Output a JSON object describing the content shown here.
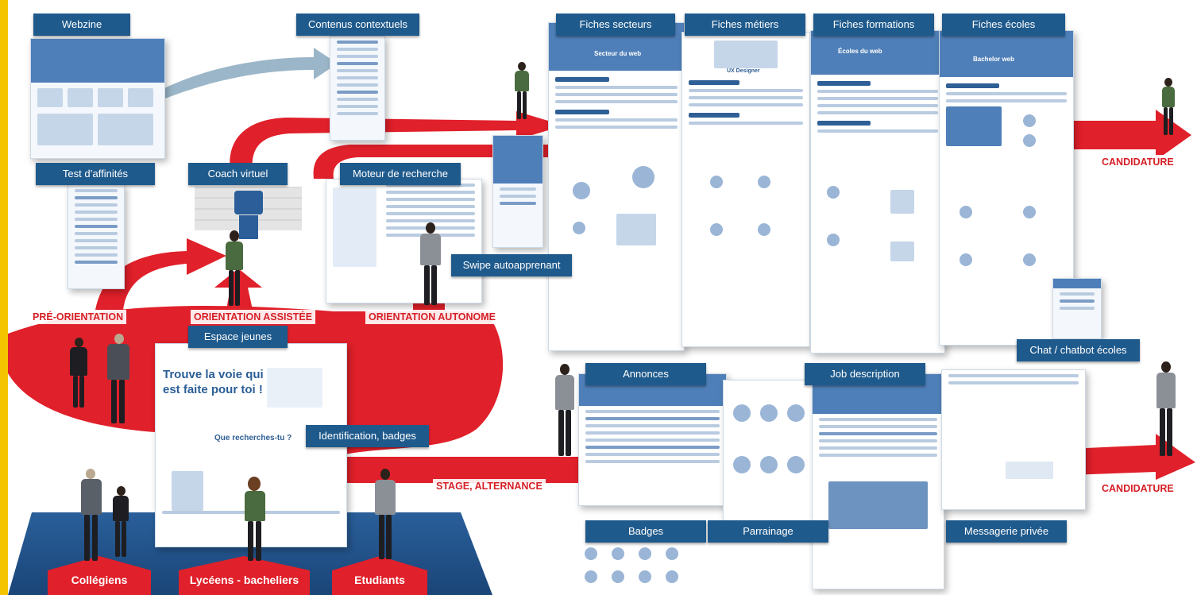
{
  "tags": {
    "webzine": "Webzine",
    "contenus": "Contenus contextuels",
    "fiches_secteurs": "Fiches secteurs",
    "fiches_metiers": "Fiches métiers",
    "fiches_formations": "Fiches formations",
    "fiches_ecoles": "Fiches écoles",
    "test_affinites": "Test d’affinités",
    "coach_virtuel": "Coach virtuel",
    "moteur_recherche": "Moteur de recherche",
    "swipe": "Swipe autoapprenant",
    "espace_jeunes": "Espace jeunes",
    "identification": "Identification, badges",
    "chat_ecoles": "Chat / chatbot écoles",
    "annonces": "Annonces",
    "job_description": "Job description",
    "badges": "Badges",
    "parrainage": "Parrainage",
    "messagerie": "Messagerie privée"
  },
  "flows": {
    "pre_orientation": "PRÉ-ORIENTATION",
    "orientation_assistee": "ORIENTATION ASSISTÉE",
    "orientation_autonome": "ORIENTATION AUTONOME",
    "stage_alternance": "STAGE, ALTERNANCE",
    "candidature_top": "CANDIDATURE",
    "candidature_bottom": "CANDIDATURE"
  },
  "audiences": {
    "collegiens": "Collégiens",
    "lyceens": "Lycéens - bacheliers",
    "etudiants": "Etudiants"
  },
  "screens": {
    "espace_title": "Trouve la voie qui est faite pour toi !",
    "espace_question": "Que recherches-tu ?",
    "secteur_title": "Secteur du web",
    "metier_title": "UX Designer",
    "formation_title": "Écoles du web",
    "ecole_title": "Bachelor web"
  },
  "colors": {
    "flow_red": "#e0202a",
    "tag_blue": "#1f5a8c",
    "floor_blue": "#1f4f86",
    "accent_yellow": "#f5c400"
  }
}
